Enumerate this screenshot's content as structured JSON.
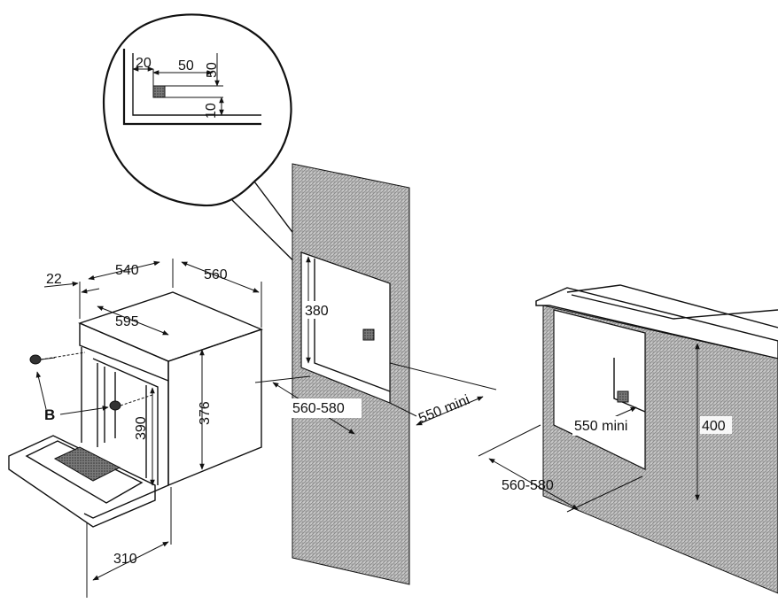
{
  "detail": {
    "dim_20": "20",
    "dim_50_horizontal": "50",
    "dim_50_vertical": "50",
    "dim_10": "10"
  },
  "oven": {
    "dim_22": "22",
    "dim_540": "540",
    "dim_560": "560",
    "dim_595": "595",
    "dim_376": "376",
    "dim_390": "390",
    "dim_310": "310",
    "label_b": "B"
  },
  "column_install": {
    "dim_380": "380",
    "dim_560_580": "560-580",
    "dim_550_mini": "550 mini"
  },
  "undercounter_install": {
    "dim_550_mini": "550 mini",
    "dim_400": "400",
    "dim_560_580": "560-580"
  },
  "colors": {
    "line": "#111111",
    "hatch": "#9a9a9a",
    "background": "#ffffff"
  }
}
